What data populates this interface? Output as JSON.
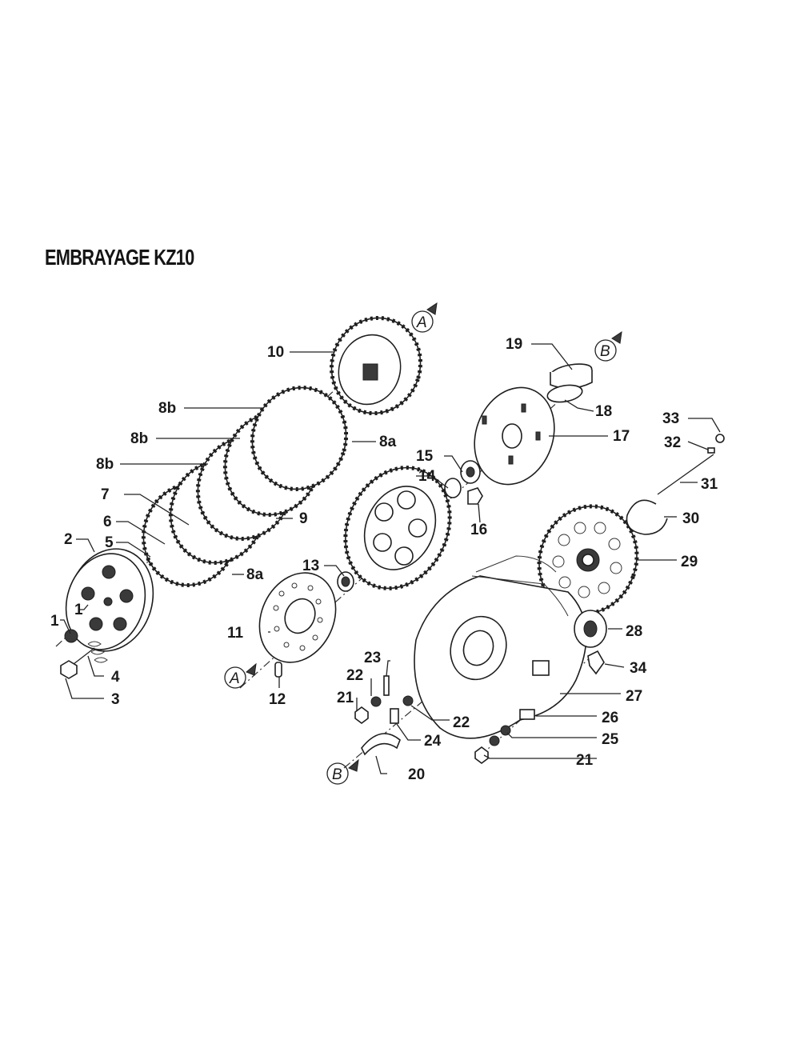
{
  "title": "EMBRAYAGE KZ10",
  "callouts": [
    "1",
    "1",
    "2",
    "3",
    "4",
    "5",
    "6",
    "7",
    "8b",
    "8b",
    "8b",
    "8a",
    "8a",
    "9",
    "10",
    "11",
    "12",
    "13",
    "14",
    "15",
    "16",
    "17",
    "18",
    "19",
    "20",
    "21",
    "21",
    "22",
    "22",
    "23",
    "24",
    "25",
    "26",
    "27",
    "28",
    "29",
    "30",
    "31",
    "32",
    "33",
    "34"
  ],
  "refs": [
    "A",
    "A",
    "B",
    "B"
  ]
}
